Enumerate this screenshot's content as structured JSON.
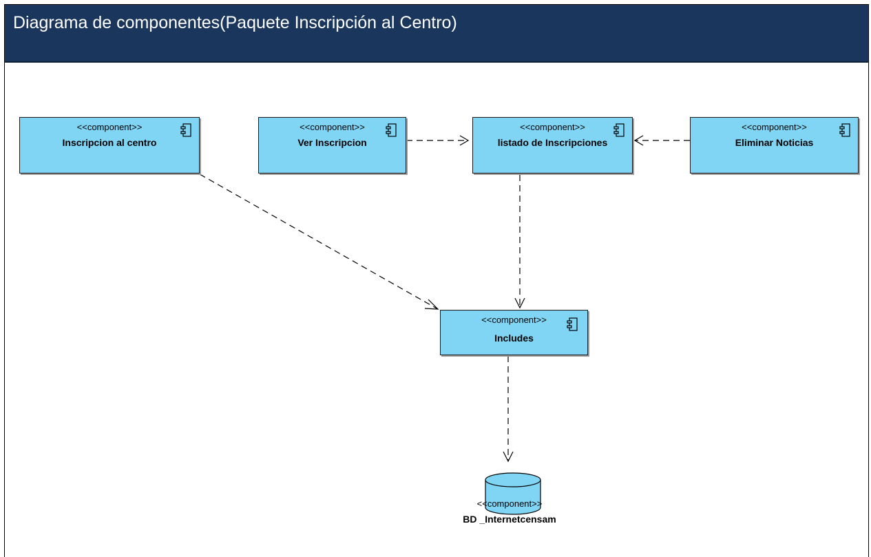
{
  "title": "Diagrama de componentes(Paquete Inscripción al Centro)",
  "components": [
    {
      "id": "inscripcion",
      "stereotype": "<<component>>",
      "name": "Inscripcion al centro"
    },
    {
      "id": "ver",
      "stereotype": "<<component>>",
      "name": "Ver Inscripcion"
    },
    {
      "id": "listado",
      "stereotype": "<<component>>",
      "name": "listado de Inscripciones"
    },
    {
      "id": "eliminar",
      "stereotype": "<<component>>",
      "name": "Eliminar Noticias"
    },
    {
      "id": "includes",
      "stereotype": "<<component>>",
      "name": "Includes"
    }
  ],
  "database": {
    "stereotype": "<<component>>",
    "name": "BD _Internetcensam"
  },
  "dependencies": [
    {
      "from": "Ver Inscripcion",
      "to": "listado de Inscripciones"
    },
    {
      "from": "Eliminar Noticias",
      "to": "listado de Inscripciones"
    },
    {
      "from": "Inscripcion al centro",
      "to": "Includes"
    },
    {
      "from": "listado de Inscripciones",
      "to": "Includes"
    },
    {
      "from": "Includes",
      "to": "BD _Internetcensam"
    }
  ],
  "colors": {
    "header": "#1b365d",
    "component_fill": "#80d4f4",
    "database_fill": "#80d4f4"
  }
}
